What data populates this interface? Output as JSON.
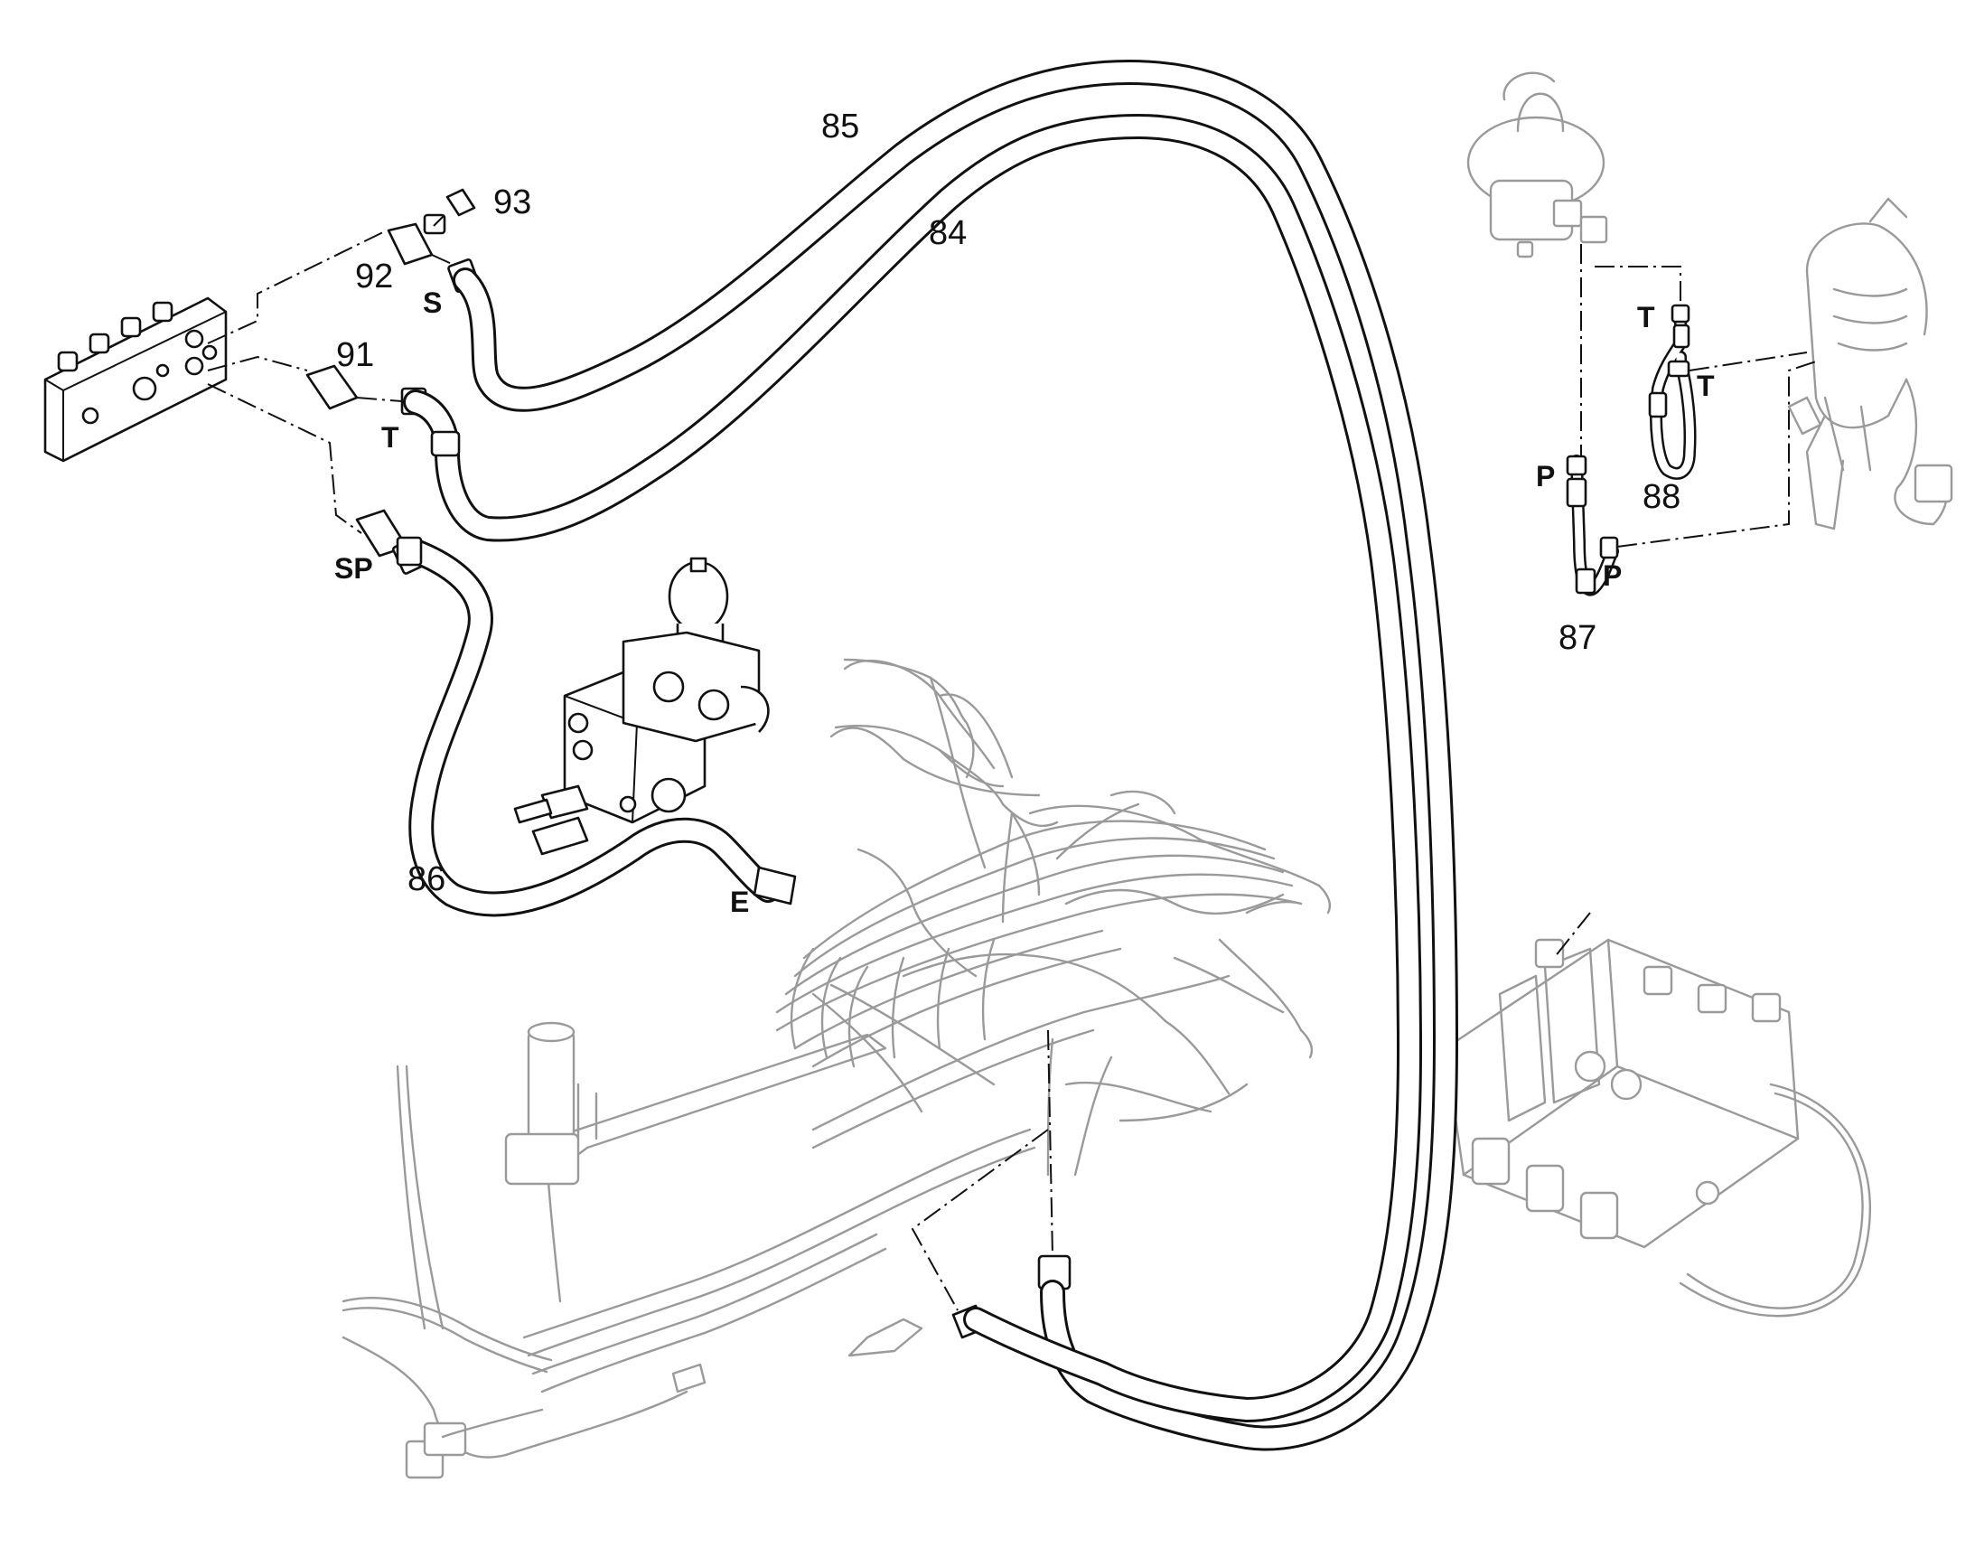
{
  "callouts": {
    "c84": "84",
    "c85": "85",
    "c86": "86",
    "c87": "87",
    "c88": "88",
    "c91": "91",
    "c92": "92",
    "c93": "93"
  },
  "ports": {
    "s": "S",
    "t_left": "T",
    "sp": "SP",
    "e": "E",
    "t_88_top": "T",
    "t_88_right": "T",
    "p_87_top": "P",
    "p_87_right": "P"
  }
}
